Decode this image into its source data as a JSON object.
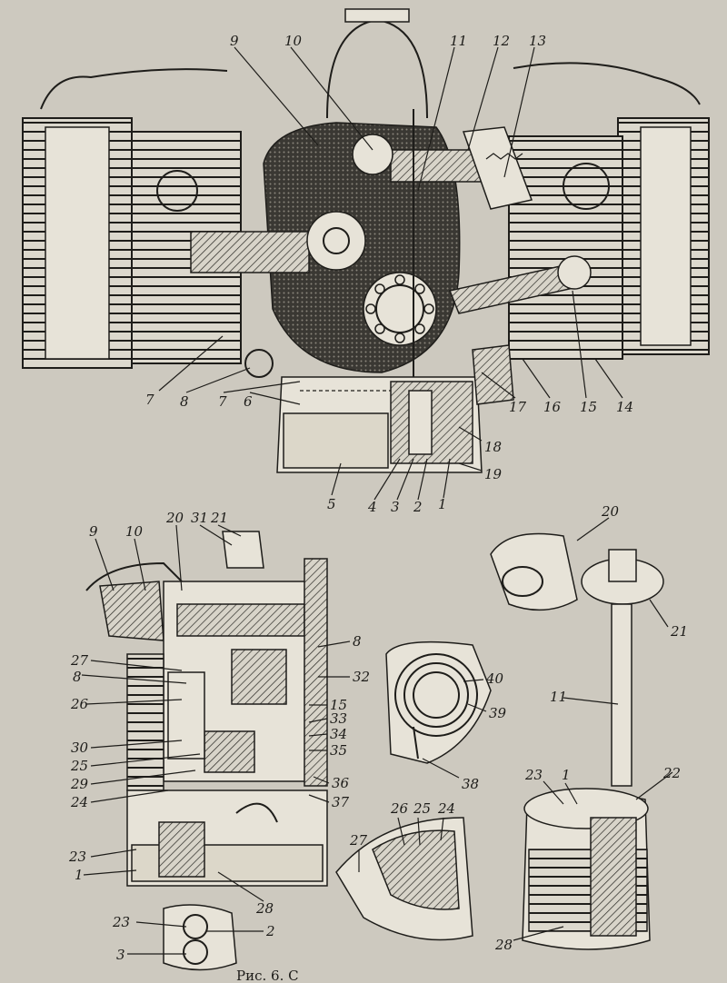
{
  "labels_top": [
    "9",
    "10",
    "11",
    "12",
    "13",
    "7",
    "8",
    "7",
    "6",
    "17",
    "16",
    "15",
    "14",
    "18",
    "19",
    "5",
    "4",
    "3",
    "2",
    "1"
  ],
  "labels_left": [
    "9",
    "10",
    "20",
    "31",
    "21",
    "27",
    "8",
    "26",
    "30",
    "25",
    "29",
    "24",
    "23",
    "1",
    "28",
    "8",
    "32",
    "15",
    "33",
    "34",
    "35",
    "36",
    "37",
    "23",
    "2",
    "3"
  ],
  "labels_mid": [
    "40",
    "39",
    "38",
    "26",
    "25",
    "24",
    "27"
  ],
  "labels_right": [
    "20",
    "21",
    "11",
    "23",
    "1",
    "22",
    "28"
  ],
  "caption": "Рис. 6. С"
}
